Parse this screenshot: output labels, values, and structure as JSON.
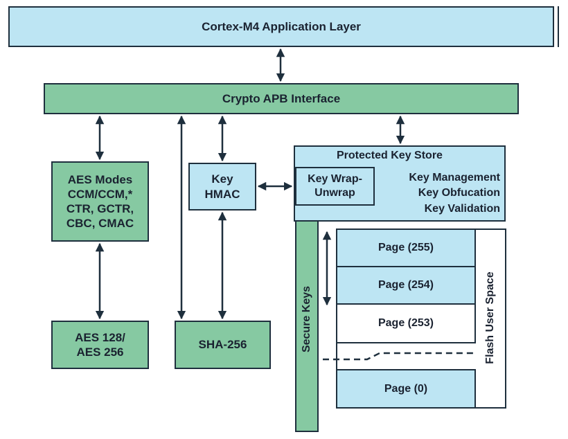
{
  "app_layer": {
    "label": "Cortex-M4 Application Layer"
  },
  "crypto_apb": {
    "label": "Crypto APB Interface"
  },
  "aes_modes": {
    "label": "AES Modes\nCCM/CCM,*\nCTR, GCTR,\nCBC, CMAC"
  },
  "key_hmac": {
    "label": "Key\nHMAC"
  },
  "aes_128_256": {
    "label": "AES 128/\nAES 256"
  },
  "sha_256": {
    "label": "SHA-256"
  },
  "protected_key_store": {
    "title": "Protected Key Store",
    "key_wrap": "Key Wrap-\nUnwrap",
    "features": "Key Management\nKey Obfucation\nKey Validation"
  },
  "secure_keys": {
    "label": "Secure Keys"
  },
  "flash": {
    "label": "Flash User Space",
    "pages": [
      {
        "label": "Page (255)"
      },
      {
        "label": "Page (254)"
      },
      {
        "label": "Page (253)"
      },
      {
        "label": "Page (0)"
      }
    ]
  },
  "colors": {
    "blue": "#bde5f3",
    "green": "#86c9a2",
    "border": "#1e2f3d"
  }
}
